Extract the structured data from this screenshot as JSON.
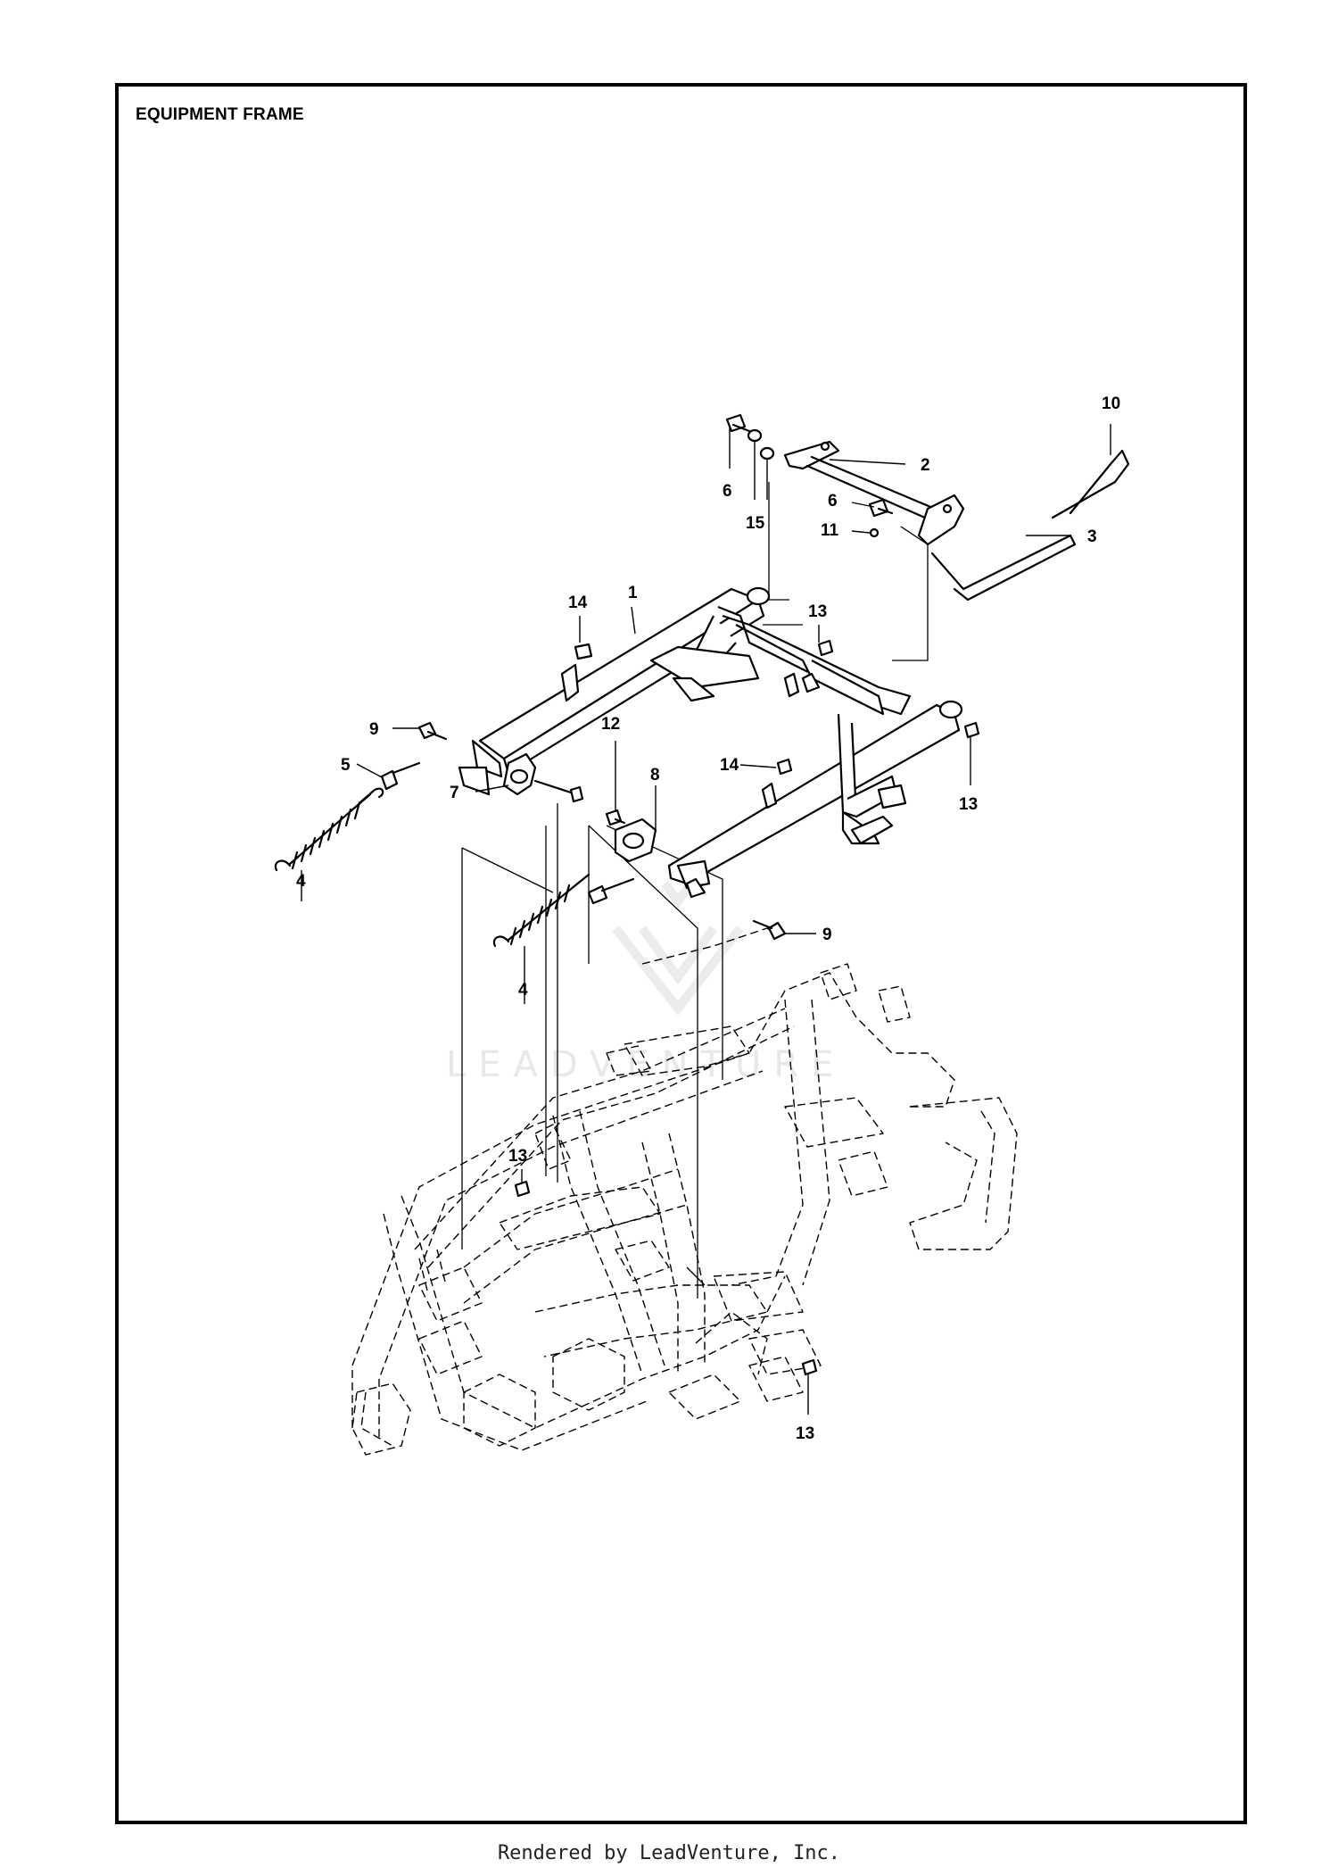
{
  "title": "EQUIPMENT FRAME",
  "footer": "Rendered by LeadVenture, Inc.",
  "watermark": {
    "text": "LEADVENTURE",
    "color": "#e8e8e8"
  },
  "colors": {
    "line": "#000000",
    "background": "#ffffff"
  },
  "callouts": [
    {
      "id": "c10",
      "label": "10"
    },
    {
      "id": "c2",
      "label": "2"
    },
    {
      "id": "c6a",
      "label": "6"
    },
    {
      "id": "c15",
      "label": "15"
    },
    {
      "id": "c6b",
      "label": "6"
    },
    {
      "id": "c11",
      "label": "11"
    },
    {
      "id": "c3",
      "label": "3"
    },
    {
      "id": "c14a",
      "label": "14"
    },
    {
      "id": "c1",
      "label": "1"
    },
    {
      "id": "c13a",
      "label": "13"
    },
    {
      "id": "c9a",
      "label": "9"
    },
    {
      "id": "c12",
      "label": "12"
    },
    {
      "id": "c13b",
      "label": "13"
    },
    {
      "id": "c14b",
      "label": "14"
    },
    {
      "id": "c5",
      "label": "5"
    },
    {
      "id": "c8",
      "label": "8"
    },
    {
      "id": "c7",
      "label": "7"
    },
    {
      "id": "c4a",
      "label": "4"
    },
    {
      "id": "c9b",
      "label": "9"
    },
    {
      "id": "c4b",
      "label": "4"
    },
    {
      "id": "c13c",
      "label": "13"
    },
    {
      "id": "c13d",
      "label": "13"
    }
  ]
}
